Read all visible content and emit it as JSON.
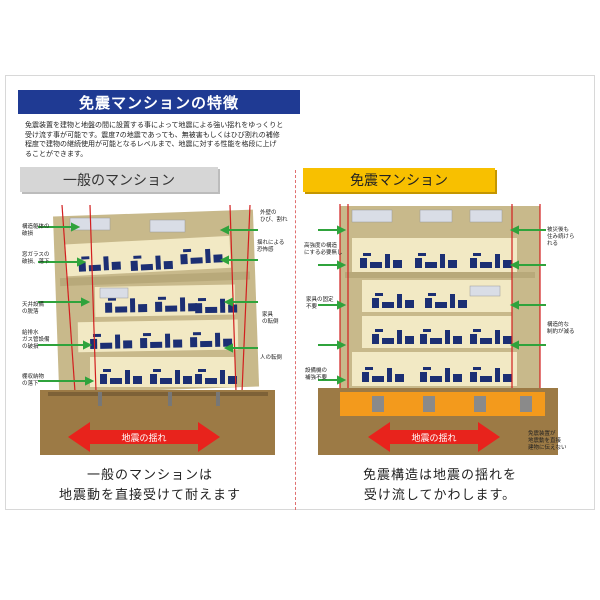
{
  "title": "免震マンションの特徴",
  "intro": [
    "免震装置を建物と地盤の間に設置する事によって地震による強い揺れをゆっくりと",
    "受け流す事が可能です。震度7の地震であっても、無被害もしくはひび割れの補修",
    "程度で建物の継続使用が可能となるレベルまで、地震に対する性能を格段に上げ",
    "ることができます。"
  ],
  "left": {
    "header": "一般のマンション",
    "labels": {
      "l1": [
        "構造躯体の",
        "破損"
      ],
      "l2": [
        "窓ガラスの",
        "破損、落下"
      ],
      "l3": [
        "天井設備",
        "の脱落"
      ],
      "l4": [
        "給排水",
        "ガス管設備",
        "の破損"
      ],
      "l5": [
        "棚収納物",
        "の落下"
      ],
      "r1": [
        "外壁の",
        "ひび、割れ"
      ],
      "r2": [
        "揺れによる",
        "恐怖感"
      ],
      "r3": [
        "家具",
        "の転倒"
      ],
      "r4": [
        "人の転倒"
      ]
    },
    "arrow_label": "地震の揺れ",
    "caption": [
      "一般のマンションは",
      "地震動を直接受けて耐えます"
    ]
  },
  "right": {
    "header": "免震マンション",
    "labels": {
      "l1": [
        "高強度の構造",
        "にする必要無し"
      ],
      "l2": [
        "家具の固定",
        "不要"
      ],
      "l3": [
        "設備機の",
        "補強不要"
      ],
      "r1": [
        "被災後も",
        "住み続けら",
        "れる"
      ],
      "r2": [
        "構造的な",
        "制約が減る"
      ],
      "r3": [
        "免震装置が",
        "地震動を直接",
        "建物に伝えない"
      ]
    },
    "arrow_label": "地震の揺れ",
    "caption": [
      "免震構造は地震の揺れを",
      "受け流してかわします。"
    ]
  },
  "colors": {
    "title_bg": "#1f3a93",
    "left_header_bg": "#d6d6d6",
    "right_header_bg": "#f8c000",
    "building": "#c8b98b",
    "floor_slab": "#b8a97a",
    "room": "#f2e9c4",
    "furniture": "#1c2f73",
    "ground": "#9c7a45",
    "isolation_layer": "#f39a1c",
    "quake_arrow": "#e8231c",
    "movement_arrow": "#2fa33c",
    "red_line": "#d21f1f"
  }
}
